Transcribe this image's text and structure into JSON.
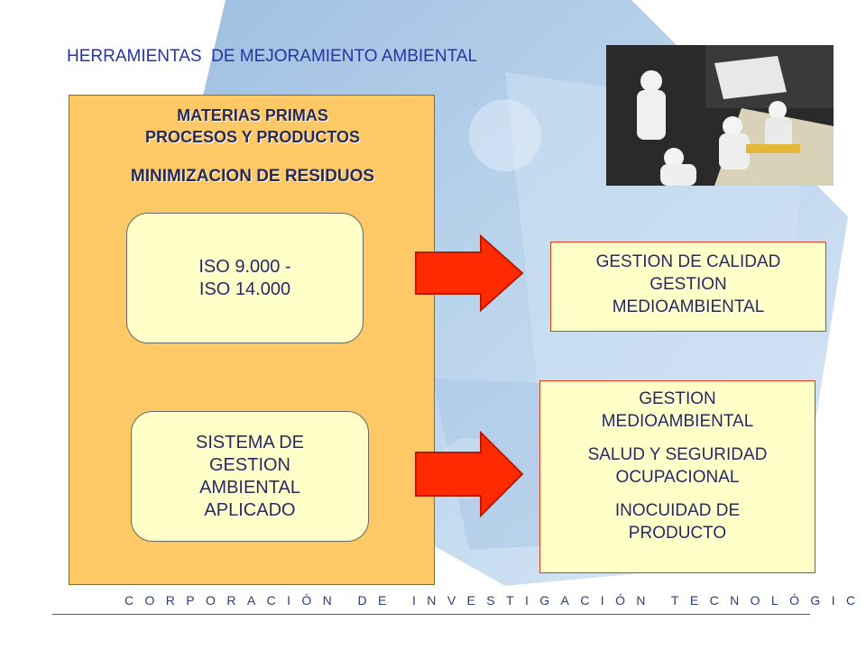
{
  "title": "HERRAMIENTAS  DE MEJORAMIENTO AMBIENTAL",
  "main_box": {
    "line1": "MATERIAS PRIMAS",
    "line2": "PROCESOS Y PRODUCTOS",
    "line3": "MINIMIZACION DE RESIDUOS"
  },
  "pill_iso": {
    "line1": "ISO 9.000 -",
    "line2": "ISO 14.000"
  },
  "pill_sistema": {
    "line1": "SISTEMA DE",
    "line2": "GESTION",
    "line3": "AMBIENTAL",
    "line4": "APLICADO"
  },
  "box_top": {
    "line1": "GESTION DE CALIDAD",
    "line2": "GESTION",
    "line3": "MEDIOAMBIENTAL"
  },
  "box_bottom": {
    "line1": "GESTION",
    "line2": "MEDIOAMBIENTAL",
    "line3": "SALUD Y SEGURIDAD",
    "line4": "OCUPACIONAL",
    "line5": "INOCUIDAD DE",
    "line6": "PRODUCTO"
  },
  "footer": "CORPORACIÓN DE INVESTIGACIÓN TECNOLÓGICA",
  "colors": {
    "title": "#2435a8",
    "main_box": "#fdc967",
    "pill_fill": "#ffffc8",
    "arrow": "#ff2a00",
    "arrow_outline": "#b81c00",
    "background_shape": "#9fc3e4"
  },
  "icons": {
    "photo": "food-processing-workers-photo",
    "arrow": "right-arrow-icon"
  }
}
